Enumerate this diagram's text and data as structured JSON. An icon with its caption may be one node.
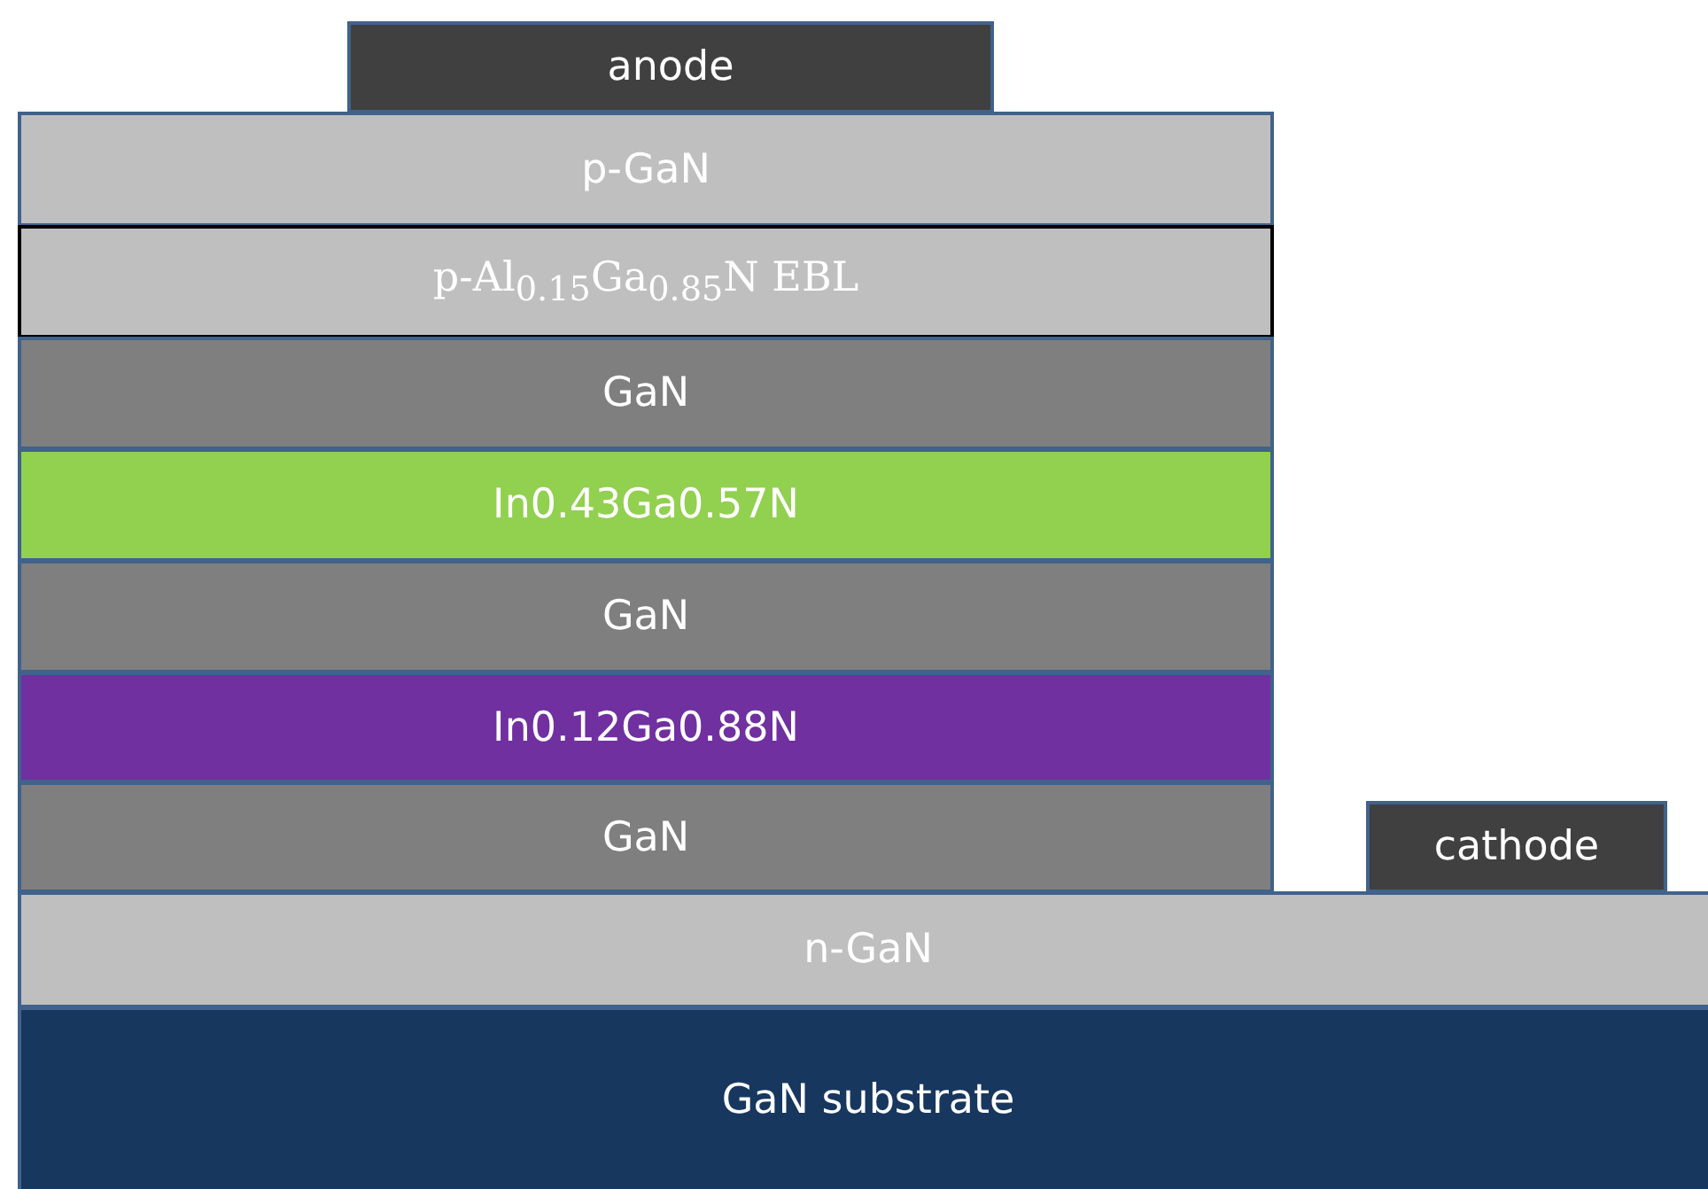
{
  "diagram": {
    "nodes": [
      {
        "text": [
          "anode"
        ]
      },
      {
        "text": [
          "p-GaN"
        ]
      },
      {
        "text": [
          "p-Al$_{0.15}$Ga$_{0.85}$N EBL"
        ]
      },
      {
        "text": [
          "GaN"
        ]
      },
      {
        "text": [
          "In0.43Ga0.57N"
        ]
      },
      {
        "text": [
          "GaN"
        ]
      },
      {
        "text": [
          "In0.12Ga0.88N"
        ]
      },
      {
        "text": [
          "GaN"
        ]
      },
      {
        "text": [
          "cathode"
        ]
      },
      {
        "text": [
          "n-GaN"
        ]
      },
      {
        "text": [
          "GaN substrate"
        ]
      }
    ]
  }
}
